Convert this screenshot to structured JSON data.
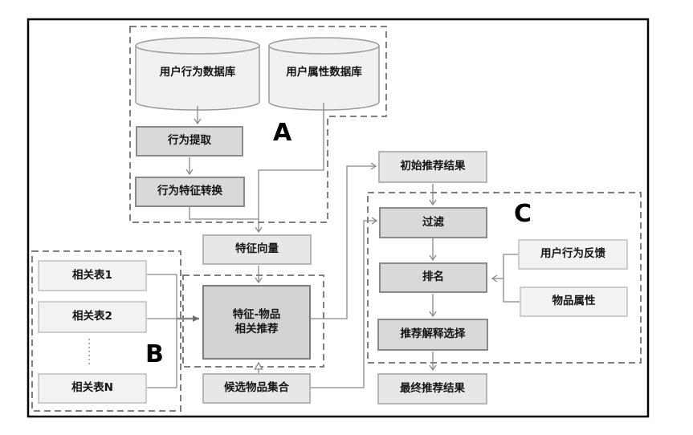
{
  "groups": {
    "a": {
      "label": "A"
    },
    "b": {
      "label": "B"
    },
    "c": {
      "label": "C"
    }
  },
  "nodes": {
    "user_behavior_db": {
      "label": "用户行为数据库"
    },
    "user_attribute_db": {
      "label": "用户属性数据库"
    },
    "behavior_extraction": {
      "label": "行为提取"
    },
    "behavior_feature_conv": {
      "label": "行为特征转换"
    },
    "feature_vector": {
      "label": "特征向量"
    },
    "related_table_1": {
      "label": "相关表1"
    },
    "related_table_2": {
      "label": "相关表2"
    },
    "related_table_n": {
      "label": "相关表N"
    },
    "feature_item_rec": {
      "line1": "特征-物品",
      "line2": "相关推荐"
    },
    "candidate_item_set": {
      "label": "候选物品集合"
    },
    "initial_rec_result": {
      "label": "初始推荐结果"
    },
    "filter": {
      "label": "过滤"
    },
    "ranking": {
      "label": "排名"
    },
    "rec_explanation_select": {
      "label": "推荐解释选择"
    },
    "final_rec_result": {
      "label": "最终推荐结果"
    },
    "user_behavior_feedback": {
      "label": "用户行为反馈"
    },
    "item_attributes": {
      "label": "物品属性"
    }
  },
  "colors": {
    "outer_border": "#000000",
    "dashed_group_box": "#7f7f7f",
    "connector": "#888888",
    "process_fill": "#d9d9d9",
    "process_border": "#8a8a8a",
    "highlight_fill": "#d2d2d2",
    "data_fill": "#e7e7e7",
    "light_fill": "#f2f2f2",
    "cylinder_fill": "#f1f1f1"
  }
}
